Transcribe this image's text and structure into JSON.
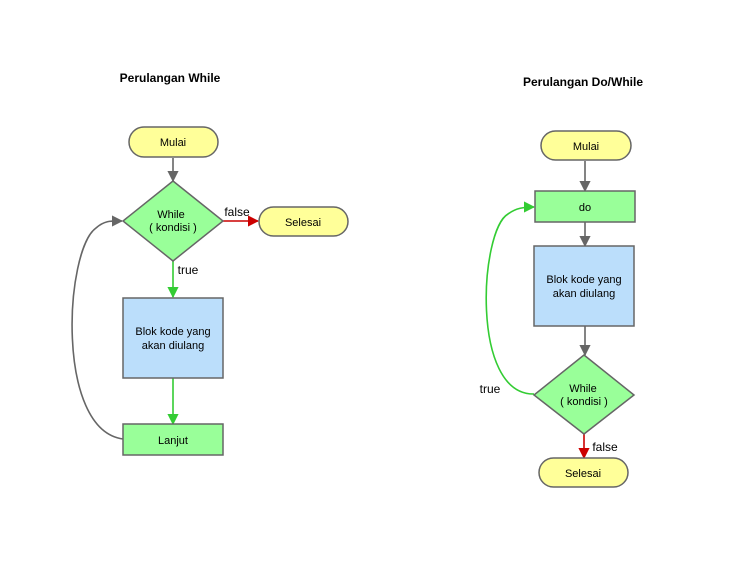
{
  "colors": {
    "terminal_fill": "#ffff99",
    "decision_fill": "#99ff99",
    "process_fill": "#bbdefb",
    "step_fill": "#99ff99",
    "stroke": "#666666",
    "edge_default": "#666666",
    "edge_true": "#33cc33",
    "edge_false": "#cc0000"
  },
  "while_diagram": {
    "title": "Perulangan While",
    "start": "Mulai",
    "condition_line1": "While",
    "condition_line2": "( kondisi )",
    "end": "Selesai",
    "body_line1": "Blok kode yang",
    "body_line2": "akan diulang",
    "next": "Lanjut",
    "label_false": "false",
    "label_true": "true"
  },
  "do_while_diagram": {
    "title": "Perulangan Do/While",
    "start": "Mulai",
    "do": "do",
    "body_line1": "Blok kode yang",
    "body_line2": "akan diulang",
    "condition_line1": "While",
    "condition_line2": "( kondisi )",
    "end": "Selesai",
    "label_true": "true",
    "label_false": "false"
  }
}
